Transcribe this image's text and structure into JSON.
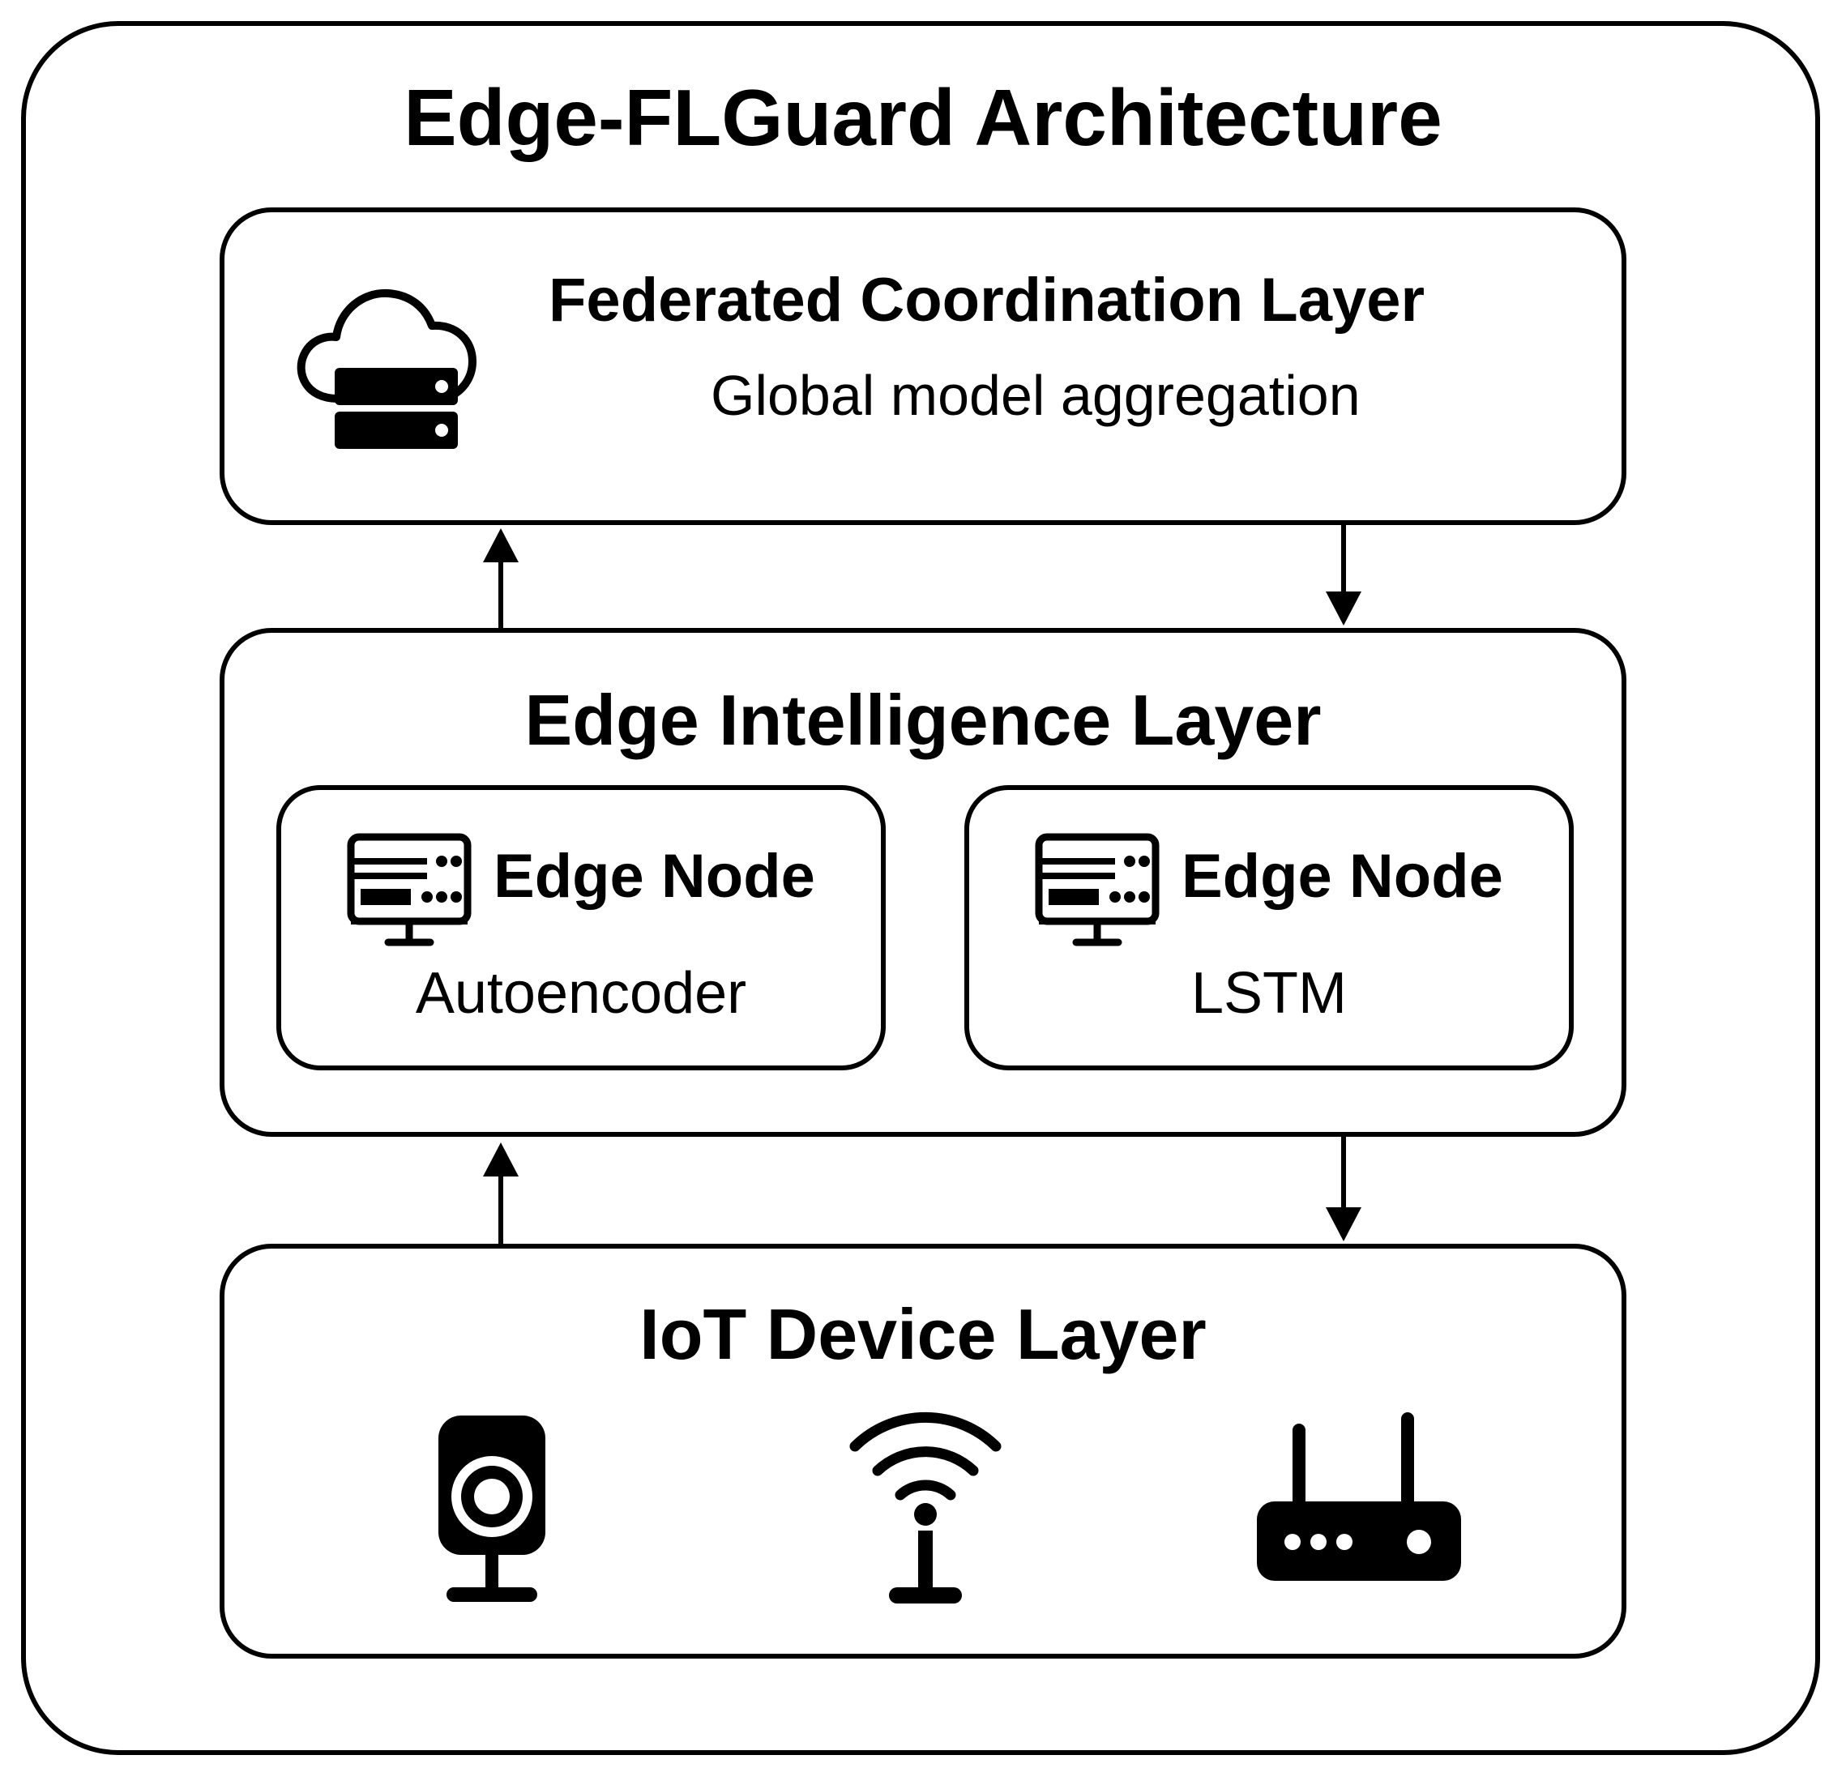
{
  "diagram": {
    "title": "Edge-FLGuard Architecture",
    "federated_layer": {
      "title": "Federated Coordination Layer",
      "subtitle": "Global model aggregation",
      "icon": "cloud-server-icon"
    },
    "edge_layer": {
      "title": "Edge Intelligence Layer",
      "nodes": [
        {
          "title": "Edge Node",
          "model": "Autoencoder",
          "icon": "edge-server-icon"
        },
        {
          "title": "Edge Node",
          "model": "LSTM",
          "icon": "edge-server-icon"
        }
      ]
    },
    "iot_layer": {
      "title": "IoT Device Layer",
      "devices": [
        {
          "icon": "camera-icon"
        },
        {
          "icon": "wifi-sensor-icon"
        },
        {
          "icon": "router-icon"
        }
      ]
    },
    "connections": [
      {
        "from": "edge_layer",
        "to": "federated_layer",
        "direction": "up"
      },
      {
        "from": "federated_layer",
        "to": "edge_layer",
        "direction": "down"
      },
      {
        "from": "iot_layer",
        "to": "edge_layer",
        "direction": "up"
      },
      {
        "from": "edge_layer",
        "to": "iot_layer",
        "direction": "down"
      }
    ],
    "colors": {
      "stroke": "#000000",
      "background": "#ffffff"
    }
  }
}
